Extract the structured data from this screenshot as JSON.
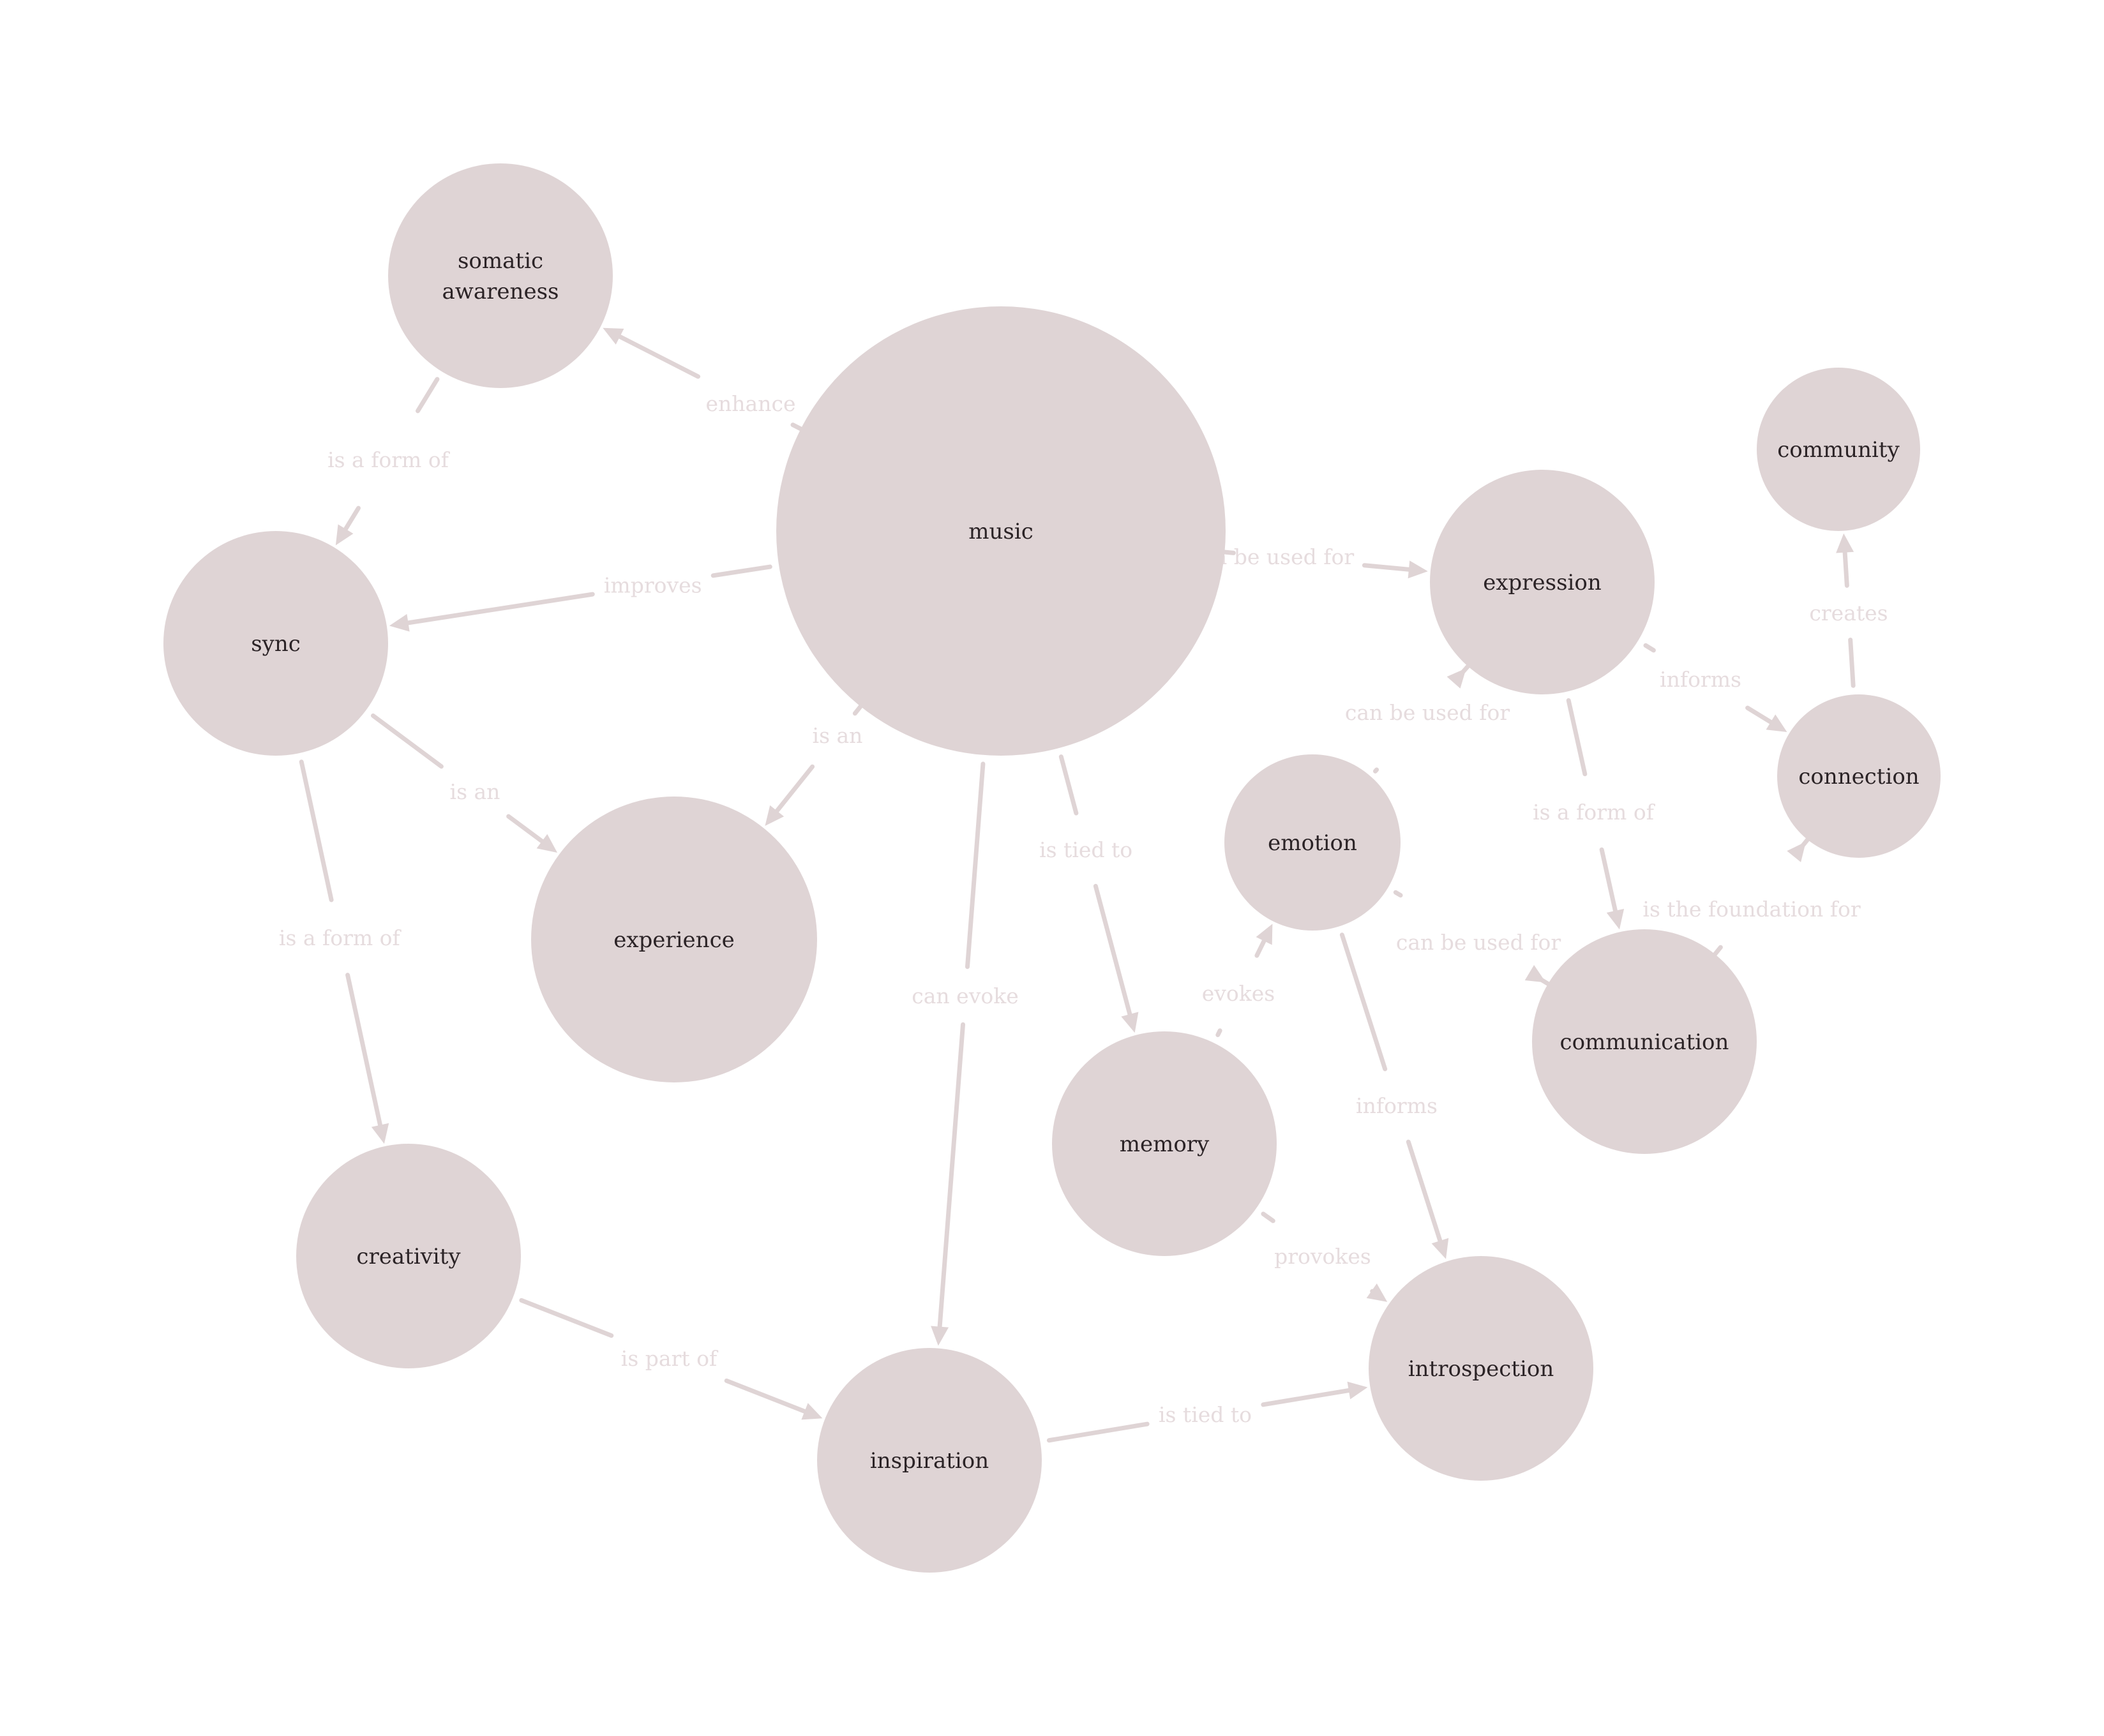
{
  "colors": {
    "background": "#ffffff",
    "node_fill": "#dfd4d5",
    "edge": "#dfd4d5",
    "edge_label": "#e6dcde",
    "node_text": "#2b2326"
  },
  "nodes": [
    {
      "id": "music",
      "label": [
        "music"
      ]
    },
    {
      "id": "somatic",
      "label": [
        "somatic",
        "awareness"
      ]
    },
    {
      "id": "sync",
      "label": [
        "sync"
      ]
    },
    {
      "id": "experience",
      "label": [
        "experience"
      ]
    },
    {
      "id": "creativity",
      "label": [
        "creativity"
      ]
    },
    {
      "id": "inspiration",
      "label": [
        "inspiration"
      ]
    },
    {
      "id": "memory",
      "label": [
        "memory"
      ]
    },
    {
      "id": "emotion",
      "label": [
        "emotion"
      ]
    },
    {
      "id": "introspection",
      "label": [
        "introspection"
      ]
    },
    {
      "id": "expression",
      "label": [
        "expression"
      ]
    },
    {
      "id": "communication",
      "label": [
        "communication"
      ]
    },
    {
      "id": "connection",
      "label": [
        "connection"
      ]
    },
    {
      "id": "community",
      "label": [
        "community"
      ]
    }
  ],
  "edges": [
    {
      "from": "music",
      "to": "somatic",
      "label": "enhance"
    },
    {
      "from": "somatic",
      "to": "sync",
      "label": "is a form of"
    },
    {
      "from": "music",
      "to": "sync",
      "label": "improves"
    },
    {
      "from": "music",
      "to": "experience",
      "label": "is an"
    },
    {
      "from": "sync",
      "to": "experience",
      "label": "is an"
    },
    {
      "from": "sync",
      "to": "creativity",
      "label": "is a form of"
    },
    {
      "from": "creativity",
      "to": "inspiration",
      "label": "is part of"
    },
    {
      "from": "music",
      "to": "inspiration",
      "label": "can evoke"
    },
    {
      "from": "music",
      "to": "memory",
      "label": "is tied to"
    },
    {
      "from": "music",
      "to": "expression",
      "label": "can be used for"
    },
    {
      "from": "memory",
      "to": "emotion",
      "label": "evokes"
    },
    {
      "from": "memory",
      "to": "introspection",
      "label": "provokes"
    },
    {
      "from": "inspiration",
      "to": "introspection",
      "label": "is tied to"
    },
    {
      "from": "emotion",
      "to": "introspection",
      "label": "informs"
    },
    {
      "from": "emotion",
      "to": "expression",
      "label": "can be used for"
    },
    {
      "from": "emotion",
      "to": "communication",
      "label": "can be used for"
    },
    {
      "from": "expression",
      "to": "communication",
      "label": "is a form of"
    },
    {
      "from": "expression",
      "to": "connection",
      "label": "informs"
    },
    {
      "from": "communication",
      "to": "connection",
      "label": "is the foundation for"
    },
    {
      "from": "connection",
      "to": "community",
      "label": "creates"
    }
  ]
}
